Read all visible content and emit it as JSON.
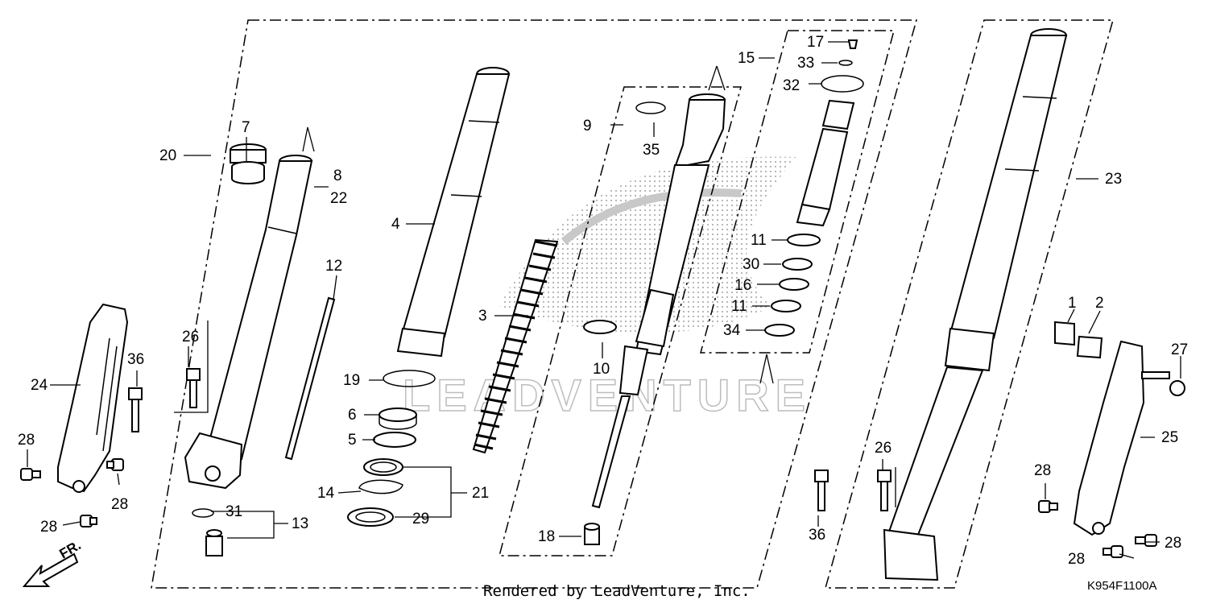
{
  "diagram": {
    "callouts": [
      {
        "id": "c1",
        "text": "1"
      },
      {
        "id": "c2",
        "text": "2"
      },
      {
        "id": "c3",
        "text": "3"
      },
      {
        "id": "c4",
        "text": "4"
      },
      {
        "id": "c5",
        "text": "5"
      },
      {
        "id": "c6",
        "text": "6"
      },
      {
        "id": "c7",
        "text": "7"
      },
      {
        "id": "c8",
        "text": "8"
      },
      {
        "id": "c9",
        "text": "9"
      },
      {
        "id": "c10",
        "text": "10"
      },
      {
        "id": "c11a",
        "text": "11"
      },
      {
        "id": "c11b",
        "text": "11"
      },
      {
        "id": "c12",
        "text": "12"
      },
      {
        "id": "c13",
        "text": "13"
      },
      {
        "id": "c14",
        "text": "14"
      },
      {
        "id": "c15",
        "text": "15"
      },
      {
        "id": "c16",
        "text": "16"
      },
      {
        "id": "c17",
        "text": "17"
      },
      {
        "id": "c18",
        "text": "18"
      },
      {
        "id": "c19",
        "text": "19"
      },
      {
        "id": "c20",
        "text": "20"
      },
      {
        "id": "c21",
        "text": "21"
      },
      {
        "id": "c22",
        "text": "22"
      },
      {
        "id": "c23",
        "text": "23"
      },
      {
        "id": "c24",
        "text": "24"
      },
      {
        "id": "c25",
        "text": "25"
      },
      {
        "id": "c26a",
        "text": "26"
      },
      {
        "id": "c26b",
        "text": "26"
      },
      {
        "id": "c27",
        "text": "27"
      },
      {
        "id": "c28a",
        "text": "28"
      },
      {
        "id": "c28b",
        "text": "28"
      },
      {
        "id": "c28c",
        "text": "28"
      },
      {
        "id": "c28d",
        "text": "28"
      },
      {
        "id": "c28e",
        "text": "28"
      },
      {
        "id": "c28f",
        "text": "28"
      },
      {
        "id": "c29",
        "text": "29"
      },
      {
        "id": "c30",
        "text": "30"
      },
      {
        "id": "c31",
        "text": "31"
      },
      {
        "id": "c32",
        "text": "32"
      },
      {
        "id": "c33",
        "text": "33"
      },
      {
        "id": "c34",
        "text": "34"
      },
      {
        "id": "c35",
        "text": "35"
      },
      {
        "id": "c36a",
        "text": "36"
      },
      {
        "id": "c36b",
        "text": "36"
      }
    ],
    "front_label": "FR.",
    "credit": "Rendered by LeadVenture, Inc.",
    "diagram_code": "K954F1100A",
    "watermark_text": "LEADVENTURE",
    "colors": {
      "line": "#000000",
      "background": "#ffffff",
      "watermark": "#bdbdbd"
    }
  }
}
